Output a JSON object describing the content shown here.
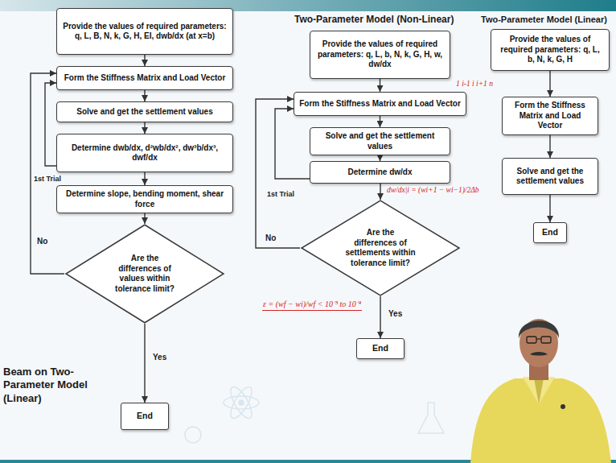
{
  "diagram": {
    "nodes": [
      {
        "text": [
          "Provide the values of required parameters: q, L, B, N, k, G, H, EI, dwb/dx (at x=b)"
        ]
      },
      {
        "text": [
          "Form the Stiffness Matrix and Load Vector"
        ]
      },
      {
        "text": [
          "Solve and get the settlement values"
        ]
      },
      {
        "text": [
          "Determine dwb/dx, d²wb/dx², dw³b/dx³, dwf/dx"
        ]
      },
      {
        "text": [
          "Determine slope, bending moment, shear force"
        ]
      },
      {
        "text": [
          "Are the differences of values within tolerance limit?"
        ]
      },
      {
        "text": [
          "End"
        ]
      },
      {
        "text": [
          "Provide the values of required parameters: q, L, b, N, k, G, H, w, dw/dx"
        ]
      },
      {
        "text": [
          "Form the Stiffness Matrix and Load Vector"
        ]
      },
      {
        "text": [
          "Solve and get the settlement values"
        ]
      },
      {
        "text": [
          "Determine dw/dx"
        ]
      },
      {
        "text": [
          "Are the differences of settlements within tolerance limit?"
        ]
      },
      {
        "text": [
          "End"
        ]
      },
      {
        "text": [
          "Provide the values of required parameters: q, L, b, N, k, G, H"
        ]
      },
      {
        "text": [
          "Form the Stiffness Matrix and Load Vector"
        ]
      },
      {
        "text": [
          "Solve and get the settlement values"
        ]
      },
      {
        "text": [
          "End"
        ]
      }
    ],
    "edges": [
      {
        "from": 0,
        "to": 1,
        "arrow": "to"
      },
      {
        "from": 1,
        "to": 2,
        "arrow": "to"
      },
      {
        "from": 2,
        "to": 3,
        "arrow": "to"
      },
      {
        "from": 3,
        "to": 4,
        "arrow": "to"
      },
      {
        "from": 4,
        "to": 5,
        "arrow": "to"
      },
      {
        "from": 5,
        "to": 6,
        "label": "Yes",
        "arrow": "to"
      },
      {
        "from": 5,
        "to": 1,
        "label": "No",
        "arrow": "to"
      },
      {
        "from": 3,
        "to": 1,
        "label": "1st Trial",
        "arrow": "to"
      },
      {
        "from": 7,
        "to": 8,
        "arrow": "to"
      },
      {
        "from": 8,
        "to": 9,
        "arrow": "to"
      },
      {
        "from": 9,
        "to": 10,
        "arrow": "to"
      },
      {
        "from": 10,
        "to": 11,
        "arrow": "to"
      },
      {
        "from": 11,
        "to": 12,
        "label": "Yes",
        "arrow": "to"
      },
      {
        "from": 11,
        "to": 8,
        "label": "No",
        "arrow": "to"
      },
      {
        "from": 10,
        "to": 8,
        "label": "1st Trial",
        "arrow": "to"
      },
      {
        "from": 13,
        "to": 14,
        "arrow": "to"
      },
      {
        "from": 14,
        "to": 15,
        "arrow": "to"
      },
      {
        "from": 15,
        "to": 16,
        "arrow": "to"
      }
    ],
    "labels": [
      "Two-Parameter Model (Non-Linear)",
      "Two-Parameter Model (Linear)",
      "Beam on Two-Parameter Model (Linear)",
      "1 i-1 i i+1 n",
      "dw/dx|i = (wi+1 − wi−1)/2Δb",
      "ε = (wf − wi)/wf < 10⁻³ to 10⁻⁴"
    ]
  }
}
